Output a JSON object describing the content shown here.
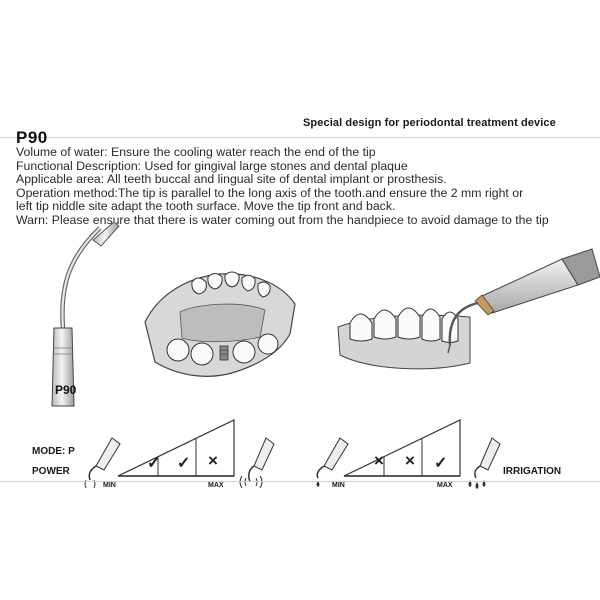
{
  "header": {
    "subtitle": "Special design for periodontal treatment device",
    "model": "P90"
  },
  "description": [
    "Volume of water: Ensure the cooling water reach the end of the tip",
    "Functional Description: Used for gingival large stones and dental plaque",
    "Applicable area: All teeth buccal and lingual site of dental implant or prosthesis.",
    "Operation method:The tip is parallel to the long axis of the tooth.and ensure the 2 mm right or",
    "left tip niddle site adapt the tooth surface. Move the tip front and back.",
    "Warn: Please ensure that there is water coming out from the handpiece to avoid damage to the tip"
  ],
  "tip_label": "P90",
  "power": {
    "mode_label": "MODE: P",
    "power_label": "POWER",
    "min_label": "MIN",
    "max_label": "MAX",
    "level_marks": [
      "check",
      "check",
      "cross"
    ]
  },
  "irrigation": {
    "label": "IRRIGATION",
    "min_label": "MIN",
    "max_label": "MAX",
    "level_marks": [
      "cross",
      "cross",
      "check"
    ]
  },
  "icons": {
    "check": "✓",
    "cross": "×"
  }
}
